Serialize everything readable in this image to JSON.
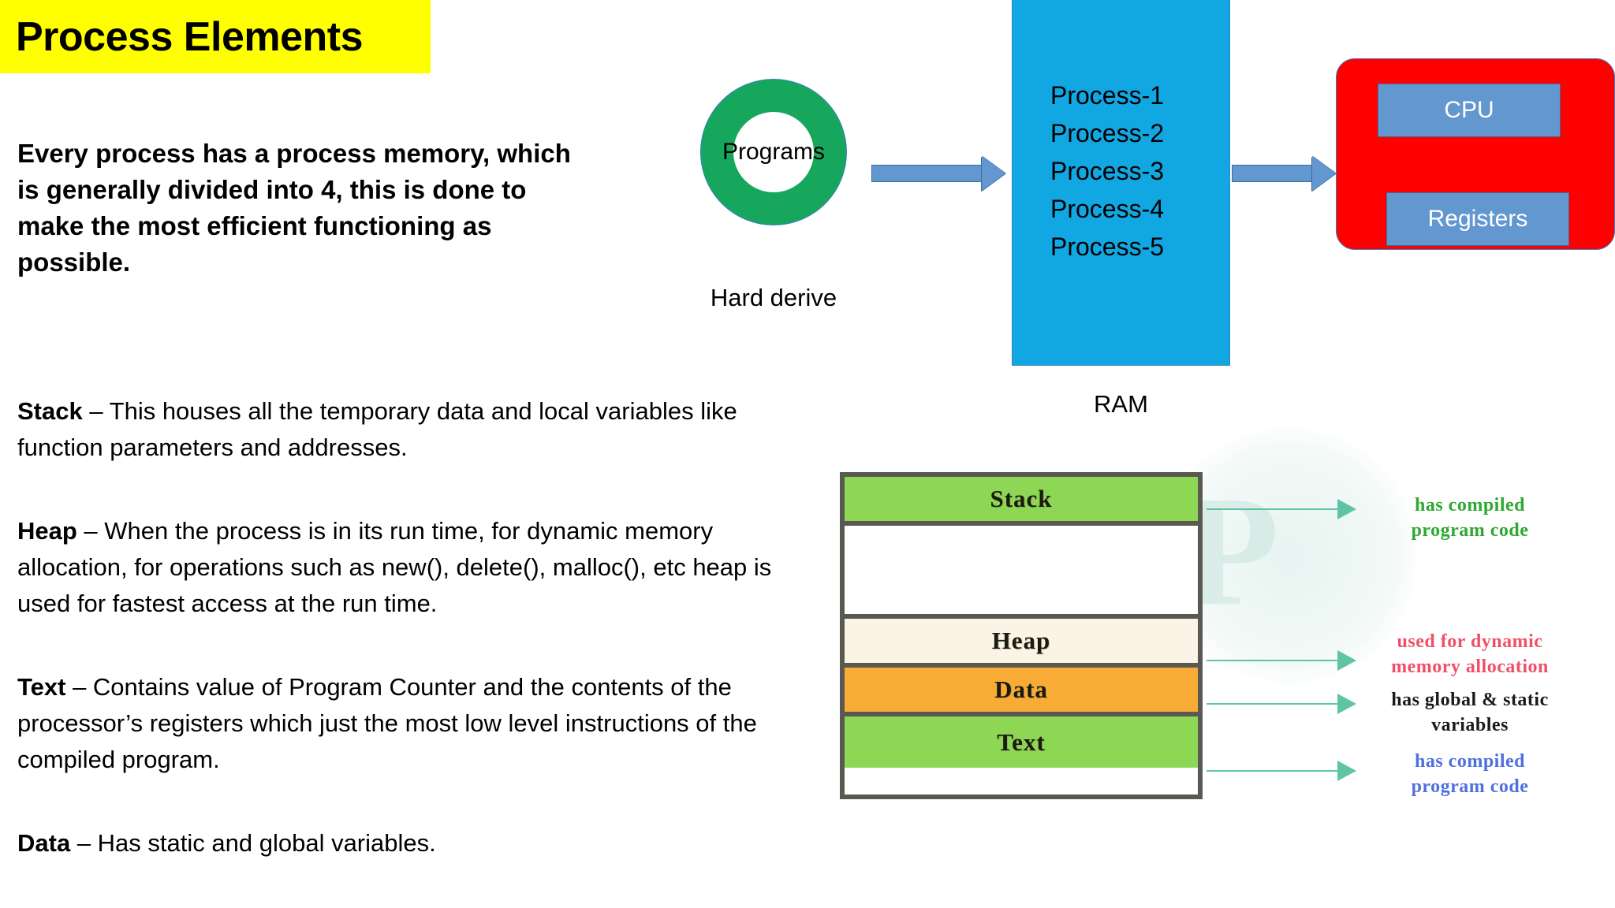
{
  "slide": {
    "title": "Process Elements",
    "title_highlight_color": "#FFFF00",
    "intro": "Every process has a process memory, which is generally divided into 4, this is done to make the most efficient functioning as possible.",
    "sections": [
      {
        "term": "Stack",
        "dash": " – ",
        "description": "This houses all the temporary data and local variables like function parameters and addresses."
      },
      {
        "term": "Heap",
        "dash": " – ",
        "description": "When the process is in its run time, for dynamic memory allocation, for operations such as new(), delete(), malloc(), etc heap is used for fastest access at the run time."
      },
      {
        "term": "Text",
        "dash": " – ",
        "description": "Contains value of Program Counter and the contents of the processor’s registers which just the most low level instructions of the compiled program."
      },
      {
        "term": "Data",
        "dash": " – ",
        "description": "Has static and global variables."
      }
    ]
  },
  "flow_diagram": {
    "disk": {
      "label": "Programs",
      "caption": "Hard derive",
      "color": "#16A75C",
      "hole_color": "#FFFFFF"
    },
    "arrow_disk_to_ram": "right-block-arrow",
    "ram": {
      "caption": "RAM",
      "color": "#11A7E2",
      "processes": [
        "Process-1",
        "Process-2",
        "Process-3",
        "Process-4",
        "Process-5"
      ]
    },
    "arrow_ram_to_cpu": "right-block-arrow",
    "cpu_unit": {
      "color": "#FF0000",
      "blocks": [
        {
          "label": "CPU",
          "color": "#6397D0"
        },
        {
          "label": "Registers",
          "color": "#6397D0"
        }
      ]
    }
  },
  "memory_layout": {
    "border_color": "#595952",
    "rows": [
      {
        "label": "Stack",
        "color": "#8ED754"
      },
      {
        "label": "",
        "color": "#FFFFFF"
      },
      {
        "label": "Heap",
        "color": "#FBF3E6"
      },
      {
        "label": "Data",
        "color": "#F8AC35"
      },
      {
        "label": "Text",
        "color": "#8ED754"
      }
    ],
    "annotations": [
      {
        "text": "has compiled\nprogram code",
        "color": "#2EA832"
      },
      {
        "text": "used for dynamic\nmemory allocation",
        "color": "#EF5068"
      },
      {
        "text": "has global & static\nvariables",
        "color": "#1a1a1a"
      },
      {
        "text": "has compiled\nprogram code",
        "color": "#4F6FE0"
      }
    ],
    "arrow_color": "#5FC4A5"
  },
  "watermark": {
    "glyph": "P"
  }
}
